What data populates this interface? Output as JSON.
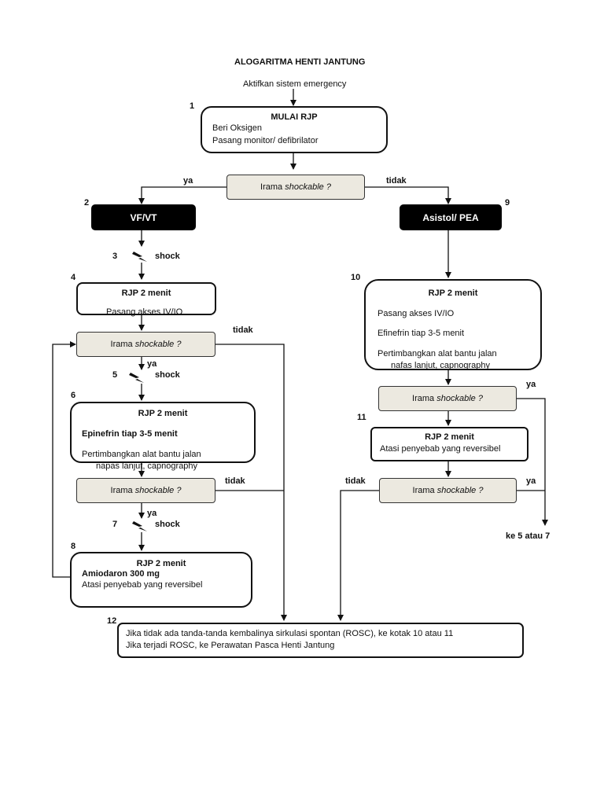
{
  "title": "ALOGARITMA HENTI JANTUNG",
  "activate": "Aktifkan sistem emergency",
  "box1": {
    "num": "1",
    "title": "MULAI RJP",
    "line1": "Beri Oksigen",
    "line2": "Pasang monitor/ defibrilator"
  },
  "decision_top": {
    "text": "Irama ",
    "italic": "shockable ?",
    "yes": "ya",
    "no": "tidak"
  },
  "box2": {
    "num": "2",
    "text": "VF/VT"
  },
  "box9": {
    "num": "9",
    "text": "Asistol/ PEA"
  },
  "shock3": {
    "num": "3",
    "text": "shock"
  },
  "box4": {
    "num": "4",
    "title": "RJP 2 menit",
    "line1": "Pasang akses IV/IO"
  },
  "decision_left1": {
    "text": "Irama ",
    "italic": "shockable ?",
    "yes": "ya",
    "no": "tidak"
  },
  "shock5": {
    "num": "5",
    "text": "shock"
  },
  "box6": {
    "num": "6",
    "title": "RJP 2 menit",
    "line1": "Epinefrin tiap 3-5 menit",
    "line2": "Pertimbangkan alat bantu jalan",
    "line3": "napas lanjut, capnography"
  },
  "decision_left2": {
    "text": "Irama ",
    "italic": "shockable ?",
    "yes": "ya",
    "no": "tidak"
  },
  "shock7": {
    "num": "7",
    "text": "shock"
  },
  "box8": {
    "num": "8",
    "title": "RJP 2 menit",
    "line1": "Amiodaron 300 mg",
    "line2": "Atasi penyebab yang reversibel"
  },
  "box10": {
    "num": "10",
    "title": "RJP 2 menit",
    "line1": "Pasang akses IV/IO",
    "line2": "Efinefrin tiap 3-5 menit",
    "line3": "Pertimbangkan alat bantu jalan",
    "line4": "nafas lanjut, capnography"
  },
  "decision_right1": {
    "text": "Irama ",
    "italic": "shockable ?",
    "yes": "ya"
  },
  "box11": {
    "num": "11",
    "title": "RJP 2 menit",
    "line1": "Atasi penyebab yang reversibel"
  },
  "decision_right2": {
    "text": "Irama ",
    "italic": "shockable ?",
    "yes": "ya",
    "no": "tidak"
  },
  "goto": "ke 5 atau 7",
  "box12": {
    "num": "12",
    "line1": "Jika tidak ada tanda-tanda kembalinya sirkulasi spontan (ROSC), ke kotak 10 atau 11",
    "line2": "Jika terjadi ROSC, ke Perawatan Pasca Henti Jantung"
  }
}
